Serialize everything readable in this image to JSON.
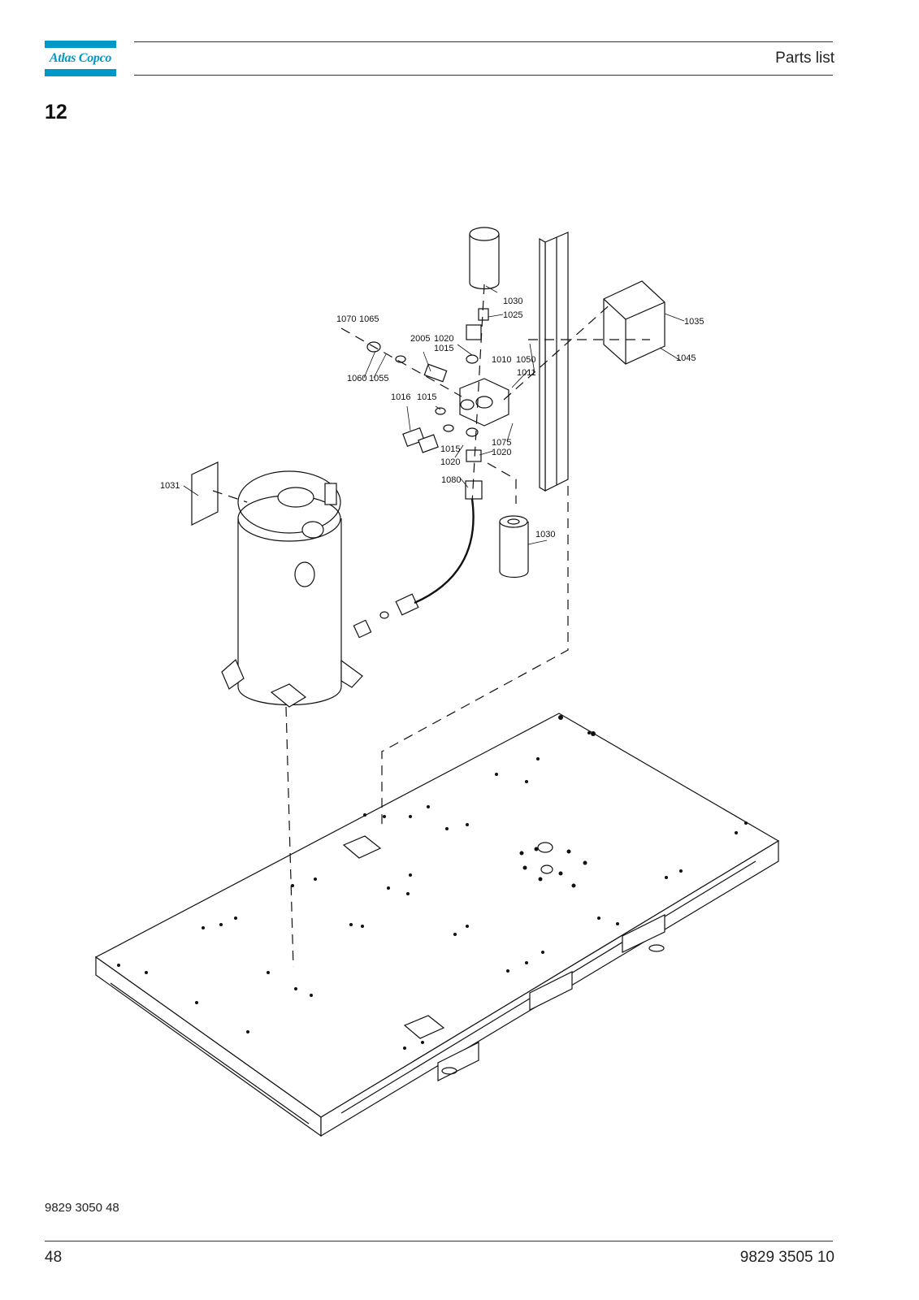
{
  "header": {
    "brand": "Atlas Copco",
    "title": "Parts list"
  },
  "section_number": "12",
  "drawing": {
    "part_labels": {
      "p1030_top": "1030",
      "p1025": "1025",
      "p1035": "1035",
      "p1070": "1070",
      "p1065": "1065",
      "p2005": "2005",
      "p1020_top": "1020",
      "p1015_top": "1015",
      "p1010": "1010",
      "p1050": "1050",
      "p1011": "1011",
      "p1045": "1045",
      "p1060": "1060",
      "p1055": "1055",
      "p1016": "1016",
      "p1015_mid": "1015",
      "p1075": "1075",
      "p1015_low": "1015",
      "p1020_right": "1020",
      "p1020_low": "1020",
      "p1080": "1080",
      "p1031": "1031",
      "p1030_low": "1030"
    }
  },
  "footer": {
    "reference_number": "9829 3050 48",
    "page_number": "48",
    "document_number": "9829 3505 10"
  }
}
